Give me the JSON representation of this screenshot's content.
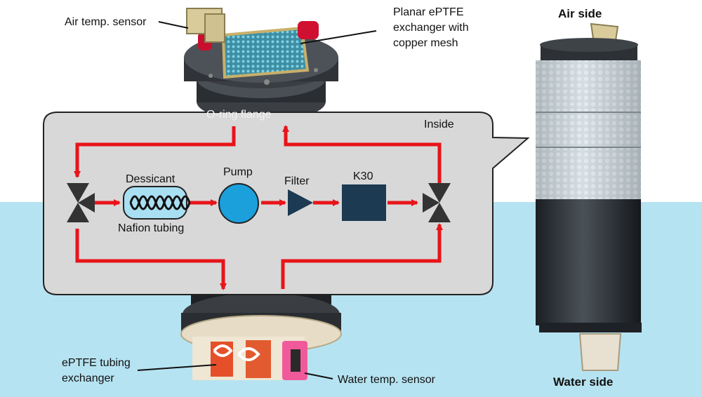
{
  "labels": {
    "air_sensor": "Air temp. sensor",
    "planar_line1": "Planar ePTFE",
    "planar_line2": "exchanger with",
    "planar_line3": "copper mesh",
    "oring": "O-ring flange",
    "inside": "Inside",
    "dessicant": "Dessicant",
    "nafion": "Nafion tubing",
    "pump": "Pump",
    "filter": "Filter",
    "k30": "K30",
    "eptfe_line1": "ePTFE tubing",
    "eptfe_line2": "exchanger",
    "water_sensor": "Water temp. sensor",
    "air_side": "Air side",
    "water_side": "Water side"
  },
  "colors": {
    "water": "#b6e3f1",
    "panel": "#d8d8d8",
    "flow_arrow": "#e8141a",
    "pump": "#1ba0dc",
    "component_dark": "#1c3a52",
    "nafion_fill": "#a9dff2"
  }
}
